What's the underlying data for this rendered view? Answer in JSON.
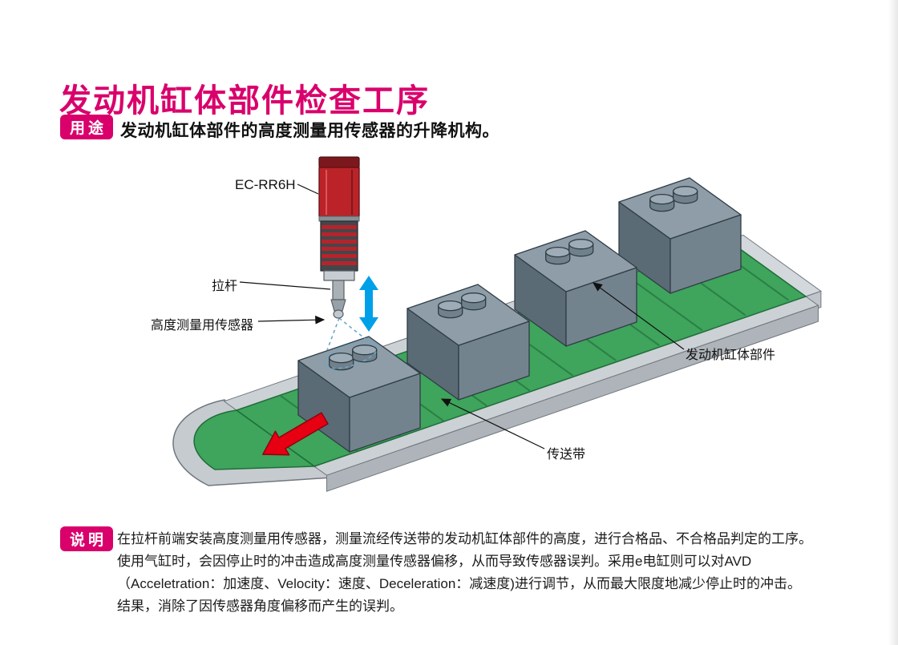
{
  "page": {
    "title": "发动机缸体部件检查工序"
  },
  "colors": {
    "accent_magenta": "#d9006c",
    "belt_green": "#3fa45c",
    "belt_stripe_green": "#2b7f45",
    "box_gray": "#8e9da8",
    "actuator_red": "#bb2329",
    "direction_arrow_red": "#e60012",
    "stroke_arrow_blue": "#00a0e9"
  },
  "purpose": {
    "badge": "用途",
    "text": "发动机缸体部件的高度测量用传感器的升降机构。"
  },
  "diagram": {
    "labels": {
      "actuator_model": "EC-RR6H",
      "rod": "拉杆",
      "height_sensor": "高度测量用传感器",
      "engine_part": "发动机缸体部件",
      "conveyor": "传送带"
    }
  },
  "description": {
    "badge": "说明",
    "lines": [
      "在拉杆前端安装高度测量用传感器，测量流经传送带的发动机缸体部件的高度，进行合格品、不合格品判定的工序。",
      "使用气缸时，会因停止时的冲击造成高度测量传感器偏移，从而导致传感器误判。采用e电缸则可以对AVD",
      "（Acceletration：加速度、Velocity：速度、Deceleration：减速度)进行调节，从而最大限度地减少停止时的冲击。",
      "结果，消除了因传感器角度偏移而产生的误判。"
    ]
  }
}
